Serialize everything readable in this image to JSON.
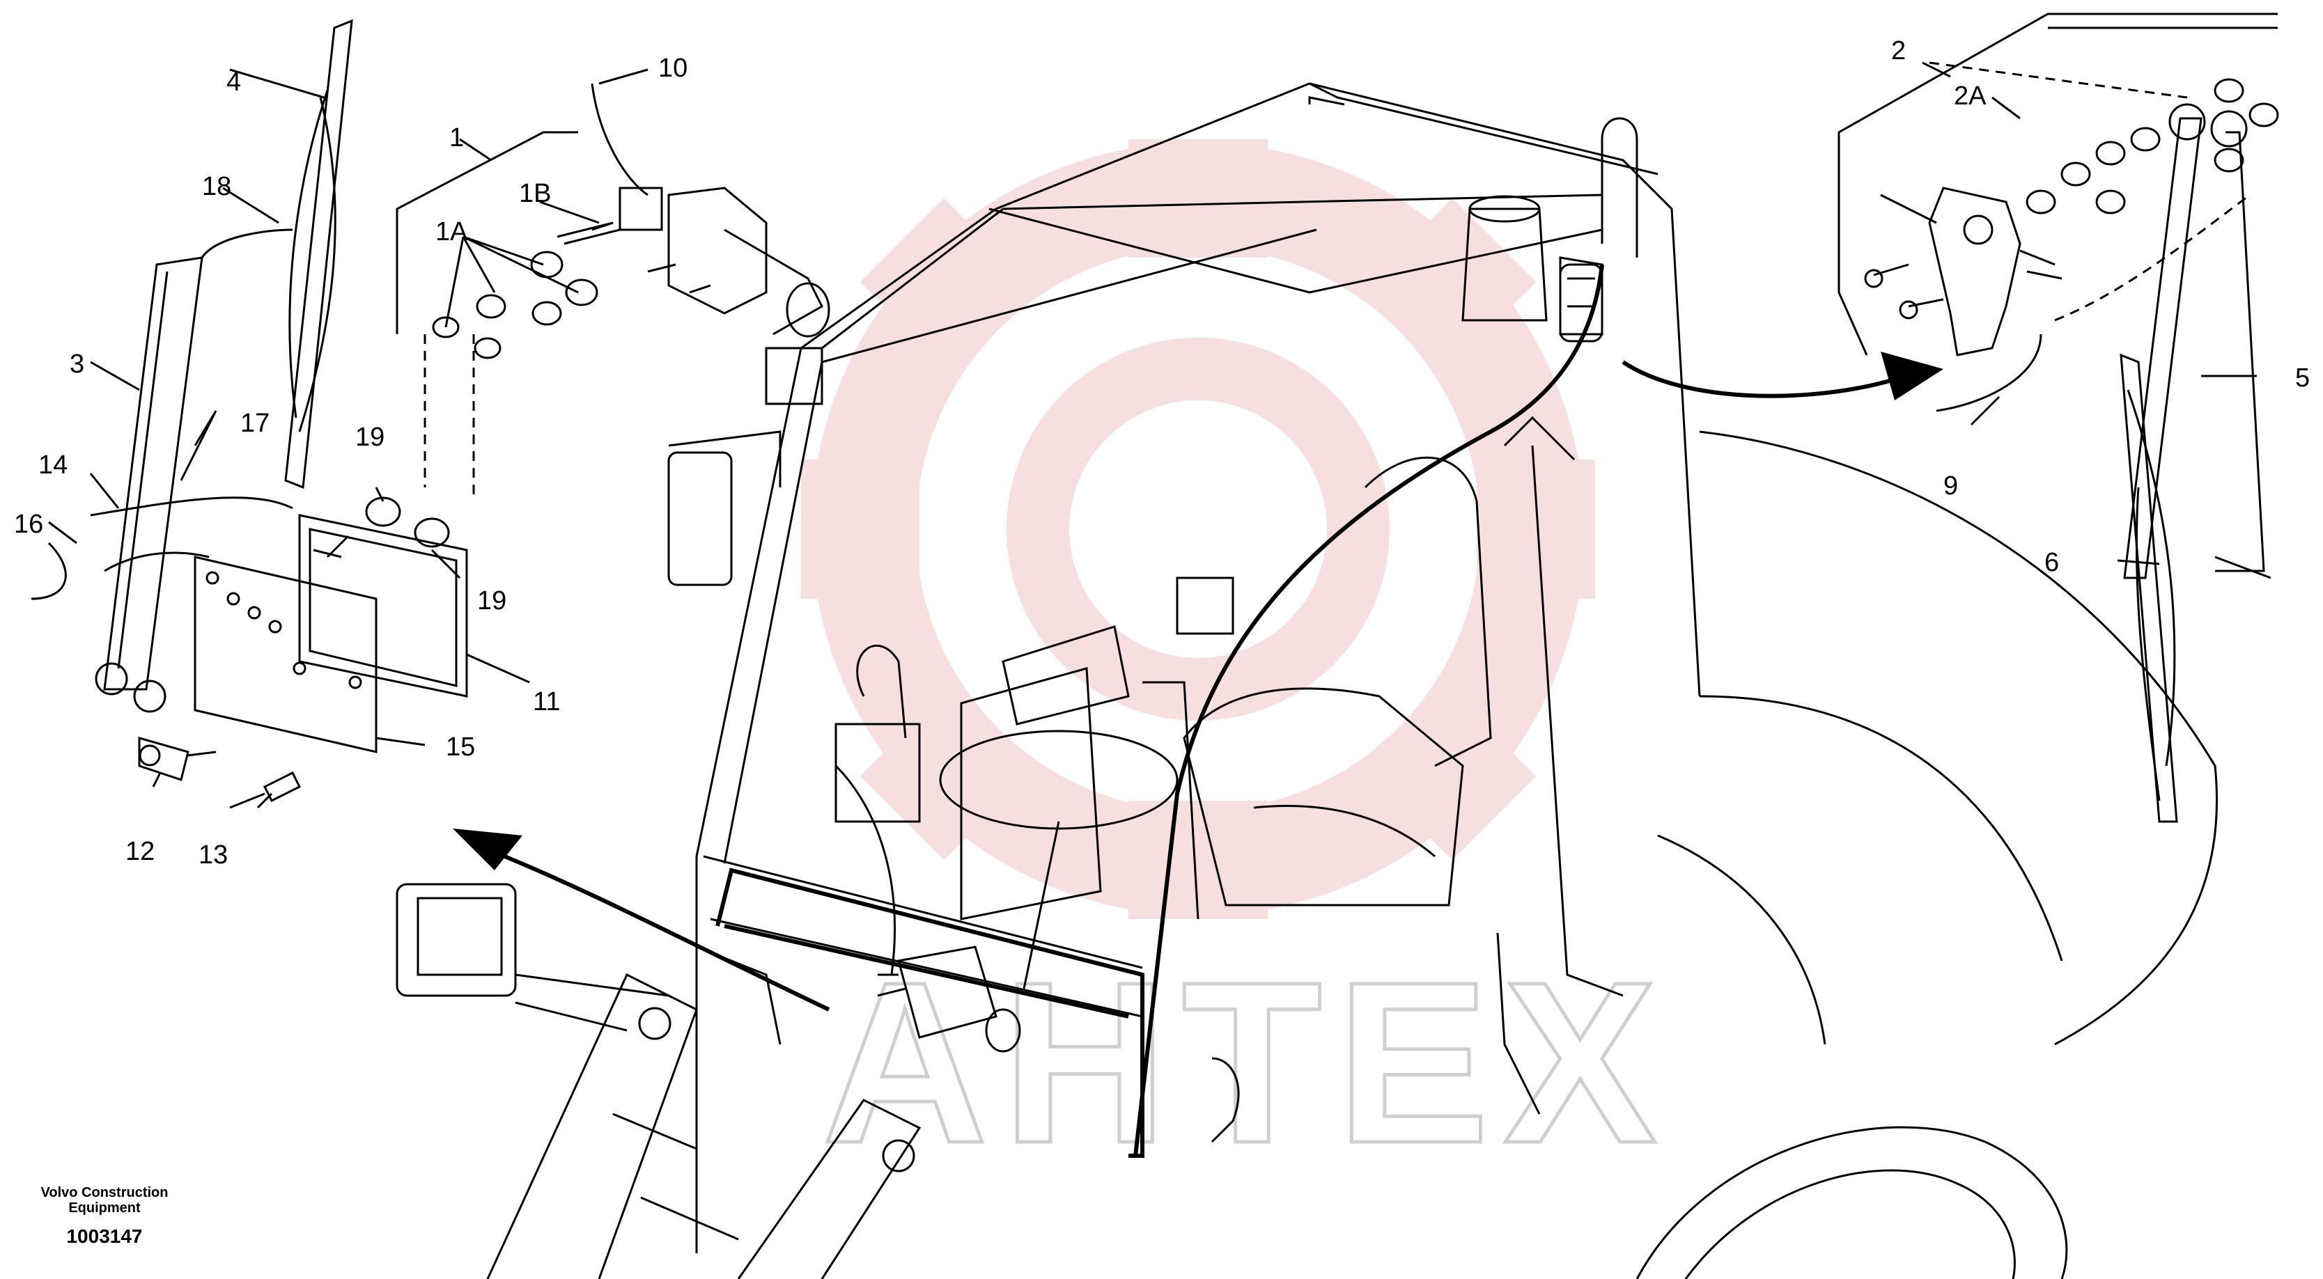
{
  "diagram": {
    "labels": {
      "l1": "1",
      "l1A": "1A",
      "l1B": "1B",
      "l2": "2",
      "l2A": "2A",
      "l3": "3",
      "l4": "4",
      "l5": "5",
      "l6": "6",
      "l9": "9",
      "l10": "10",
      "l11": "11",
      "l12": "12",
      "l13": "13",
      "l14": "14",
      "l15": "15",
      "l16": "16",
      "l17": "17",
      "l18": "18",
      "l19a": "19",
      "l19b": "19"
    },
    "watermark": "AHTEX",
    "watermark_color": "#f0c8c8"
  },
  "footer": {
    "company": "Volvo Construction Equipment",
    "drawing_number": "1003147"
  }
}
